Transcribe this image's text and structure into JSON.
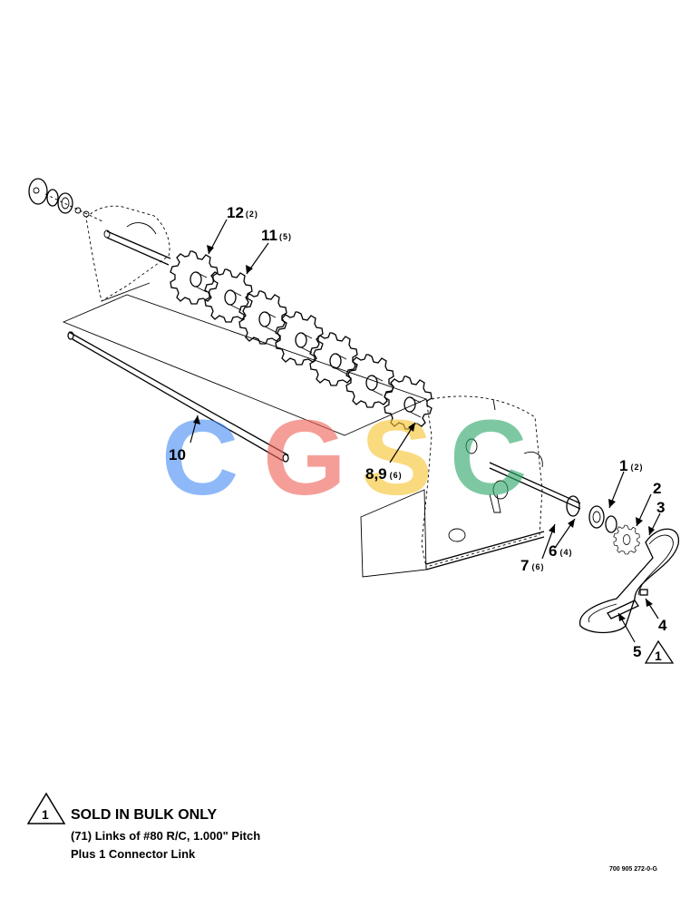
{
  "callouts": {
    "c1": {
      "num": "1",
      "qty": "(2)"
    },
    "c2": {
      "num": "2"
    },
    "c3": {
      "num": "3"
    },
    "c4": {
      "num": "4"
    },
    "c5": {
      "num": "5",
      "note_ref": "1"
    },
    "c6": {
      "num": "6",
      "qty": "(4)"
    },
    "c7": {
      "num": "7",
      "qty": "(6)"
    },
    "c89": {
      "num": "8,9",
      "qty": "(6)"
    },
    "c10": {
      "num": "10"
    },
    "c11": {
      "num": "11",
      "qty": "(5)"
    },
    "c12": {
      "num": "12",
      "qty": "(2)"
    }
  },
  "watermark": {
    "letters": [
      "C",
      "G",
      "S",
      "C"
    ],
    "colors": [
      "#4a8ef5",
      "#f0635a",
      "#f7c531",
      "#2fa86a"
    ]
  },
  "note": {
    "number": "1",
    "title": "SOLD IN BULK ONLY",
    "line1": "(71) Links of #80 R/C, 1.000\" Pitch",
    "line2": "Plus 1 Connector Link"
  },
  "doc_number": "700 905 272-0-G"
}
